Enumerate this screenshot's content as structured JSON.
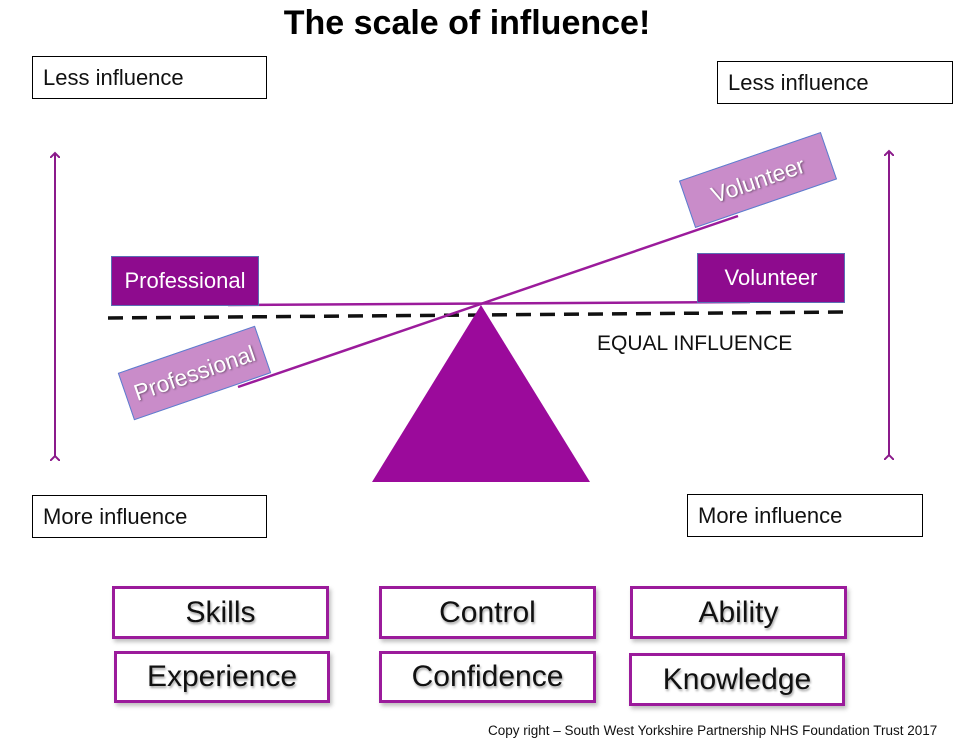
{
  "title": "The scale of influence!",
  "influence_labels": {
    "less_left": "Less influence",
    "less_right": "Less influence",
    "more_left": "More influence",
    "more_right": "More influence"
  },
  "scale": {
    "left_level": "Professional",
    "right_level": "Volunteer",
    "left_tilted": "Professional",
    "right_tilted": "Volunteer",
    "equal_label": "EQUAL INFLUENCE"
  },
  "traits": [
    "Skills",
    "Control",
    "Ability",
    "Experience",
    "Confidence",
    "Knowledge"
  ],
  "copyright": "Copy right – South West Yorkshire Partnership NHS Foundation Trust 2017",
  "colors": {
    "purple": "#9b1b9b",
    "dark_purple": "#8e0b8e",
    "light_purple": "#c98cc9",
    "arrow": "#8b1a8b"
  }
}
